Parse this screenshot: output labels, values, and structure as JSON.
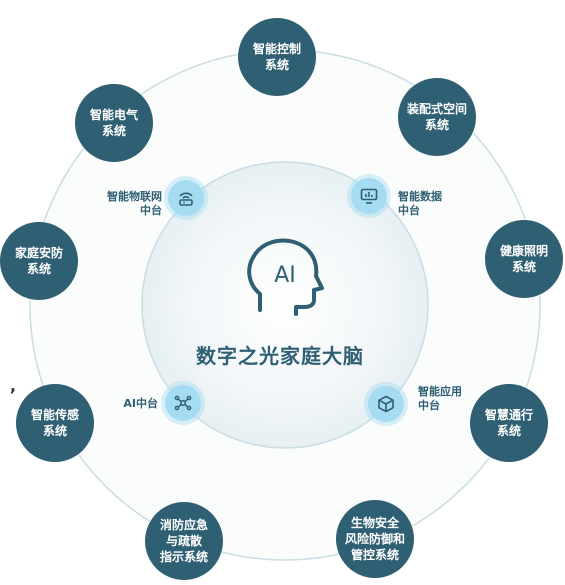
{
  "center": {
    "title": "数字之光家庭大脑",
    "badge": "AI"
  },
  "hubs": [
    {
      "id": "iot",
      "label": "智能物联网\n中台",
      "icon": "router-icon"
    },
    {
      "id": "data",
      "label": "智能数据\n中台",
      "icon": "monitor-chart-icon"
    },
    {
      "id": "ai",
      "label": "AI中台",
      "icon": "network-nodes-icon"
    },
    {
      "id": "app",
      "label": "智能应用\n中台",
      "icon": "cube-icon"
    }
  ],
  "systems": [
    {
      "label": "智能控制\n系统"
    },
    {
      "label": "装配式空间\n系统"
    },
    {
      "label": "健康照明\n系统"
    },
    {
      "label": "智慧通行\n系统"
    },
    {
      "label": "生物安全\n风险防御和\n管控系统"
    },
    {
      "label": "消防应急\n与疏散\n指示系统"
    },
    {
      "label": "智能传感\n系统"
    },
    {
      "label": "家庭安防\n系统"
    },
    {
      "label": "智能电气\n系统"
    }
  ],
  "stray_text": ",",
  "colors": {
    "node": "#2f5f72",
    "hub": "#a6dcf2",
    "ring": "#c9dde3",
    "text_dark": "#2f5f72"
  }
}
